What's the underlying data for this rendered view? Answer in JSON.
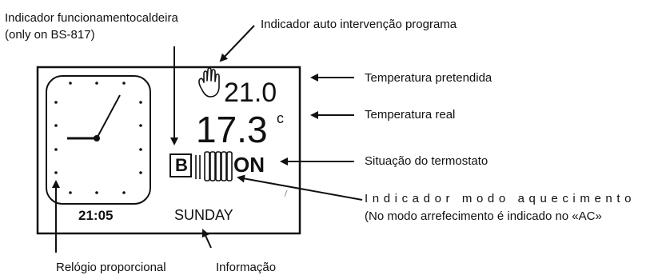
{
  "display": {
    "target_temp": "21.0",
    "real_temp": "17.3",
    "temp_unit": "c",
    "boiler_letter": "B",
    "status": "ON",
    "time": "21:05",
    "day": "SUNDAY"
  },
  "labels": {
    "boiler_indicator_line1": "Indicador funcionamentocaldeira",
    "boiler_indicator_line2": "(only on BS-817)",
    "auto_intervention": "Indicador auto intervenção programa",
    "target_temp": "Temperatura pretendida",
    "real_temp": "Temperatura real",
    "thermostat_status": "Situação do termostato",
    "heating_mode_line1": "Indicador modo aquecimento",
    "heating_mode_line2": "(No modo arrefecimento é indicado no «AC»",
    "proportional_clock": "Relógio proporcional",
    "information": "Informação"
  },
  "icons": {
    "hand": "hand-icon",
    "radiator": "radiator-icon",
    "clock": "analog-clock-icon"
  },
  "colors": {
    "ink": "#111111",
    "background": "#ffffff"
  }
}
